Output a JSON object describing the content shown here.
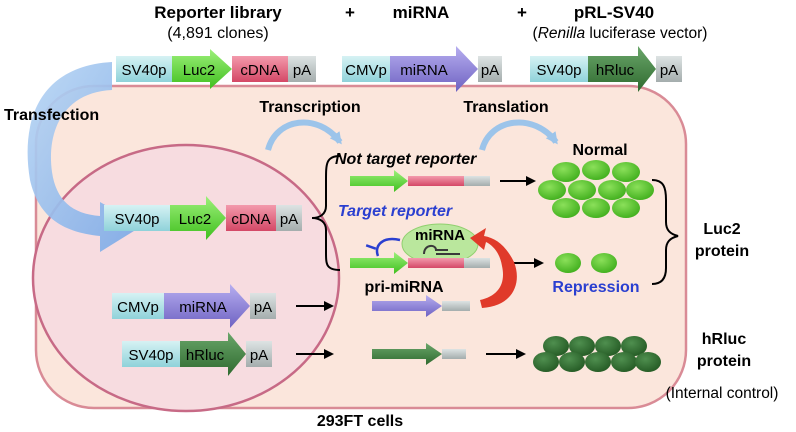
{
  "header": {
    "reporter_title": "Reporter library",
    "reporter_sub": "(4,891 clones)",
    "plus": "+",
    "mirna_title": "miRNA",
    "prl_title": "pRL-SV40",
    "prl_sub_italic": "Renilla",
    "prl_sub_rest": " luciferase vector)",
    "prl_sub_open": "("
  },
  "construct_labels": {
    "sv40p": "SV40p",
    "luc2": "Luc2",
    "cdna": "cDNA",
    "pa": "pA",
    "cmvp": "CMVp",
    "mirna": "miRNA",
    "hrluc": "hRluc"
  },
  "labels": {
    "transfection": "Transfection",
    "transcription": "Transcription",
    "translation": "Translation",
    "not_target": "Not target reporter",
    "target": "Target reporter",
    "mirna_bubble": "miRNA",
    "pri_mirna": "pri-miRNA",
    "normal": "Normal",
    "repression": "Repression",
    "luc2_protein_1": "Luc2",
    "luc2_protein_2": "protein",
    "hrluc_protein_1": "hRluc",
    "hrluc_protein_2": "protein",
    "internal_control": "(Internal control)",
    "cells": "293FT cells"
  },
  "colors": {
    "sv40p": "#a8dde3",
    "luc2": "#5ed43a",
    "cdna": "#e0607a",
    "pa": "#b8c0c0",
    "cmvp": "#a8dde3",
    "mirna": "#8a7fd0",
    "hrluc": "#3f7a3f",
    "cell_fill": "#fbe6dc",
    "cell_border": "#d98b96",
    "nucleus_fill": "#f7dce0",
    "nucleus_border": "#c76a86",
    "accent_blue": "#2a3fd0",
    "red_arrow": "#e03a2a",
    "bubble": "#b7e89a"
  }
}
